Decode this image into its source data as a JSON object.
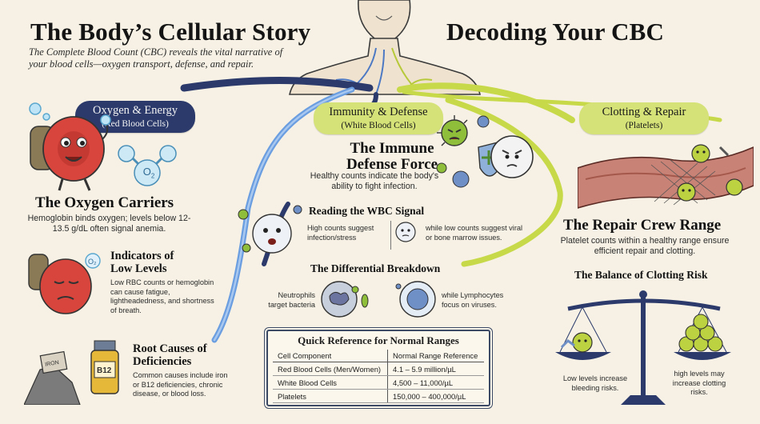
{
  "header": {
    "title_left": "The Body’s Cellular Story",
    "title_right": "Decoding Your CBC",
    "intro": "The Complete Blood Count (CBC) reveals the vital narrative of your blood cells—oxygen transport, defense, and repair."
  },
  "rbc": {
    "banner_title": "Oxygen & Energy",
    "banner_sub": "(Red Blood Cells)",
    "o2_label": "O",
    "o2_sub": "2",
    "heading": "The Oxygen Carriers",
    "text": "Hemoglobin binds oxygen; levels below 12-13.5 g/dL often signal anemia.",
    "low_heading": "Indicators of Low Levels",
    "low_text": "Low RBC counts or hemoglobin can cause fatigue, lightheadedness, and shortness of breath.",
    "causes_heading": "Root Causes of Deficiencies",
    "causes_text": "Common causes include iron or B12 deficiencies, chronic disease, or blood loss.",
    "bottle_label": "B12",
    "bag_label": "IRON"
  },
  "wbc": {
    "banner_title": "Immunity & Defense",
    "banner_sub": "(White Blood Cells)",
    "heading": "The Immune Defense Force",
    "text": "Healthy counts indicate the body's ability to fight infection.",
    "signal_heading": "Reading the WBC Signal",
    "signal_high": "High counts suggest infection/stress",
    "signal_low": "while low counts suggest viral or bone marrow issues.",
    "diff_heading": "The Differential Breakdown",
    "diff_left": "Neutrophils target bacteria",
    "diff_right": "while Lymphocytes focus on viruses."
  },
  "platelets": {
    "banner_title": "Clotting & Repair",
    "banner_sub": "(Platelets)",
    "heading": "The Repair Crew Range",
    "text": "Platelet counts within a healthy range ensure efficient repair and clotting.",
    "balance_heading": "The Balance of Clotting Risk",
    "low_text": "Low levels increase bleeding risks.",
    "high_text": "high levels may increase clotting risks."
  },
  "reference": {
    "title": "Quick Reference for Normal Ranges",
    "columns": [
      "Cell Component",
      "Normal Range Reference"
    ],
    "rows": [
      [
        "Red Blood Cells (Men/Women)",
        "4.1 – 5.9 million/µL"
      ],
      [
        "White Blood Cells",
        "4,500 – 11,000/µL"
      ],
      [
        "Platelets",
        "150,000 – 400,000/µL"
      ]
    ]
  },
  "colors": {
    "navy": "#2b3a6b",
    "blue_vessel": "#5b8fd6",
    "lime": "#c7d948",
    "red_cell": "#d8453d",
    "background": "#f6f1e4"
  }
}
